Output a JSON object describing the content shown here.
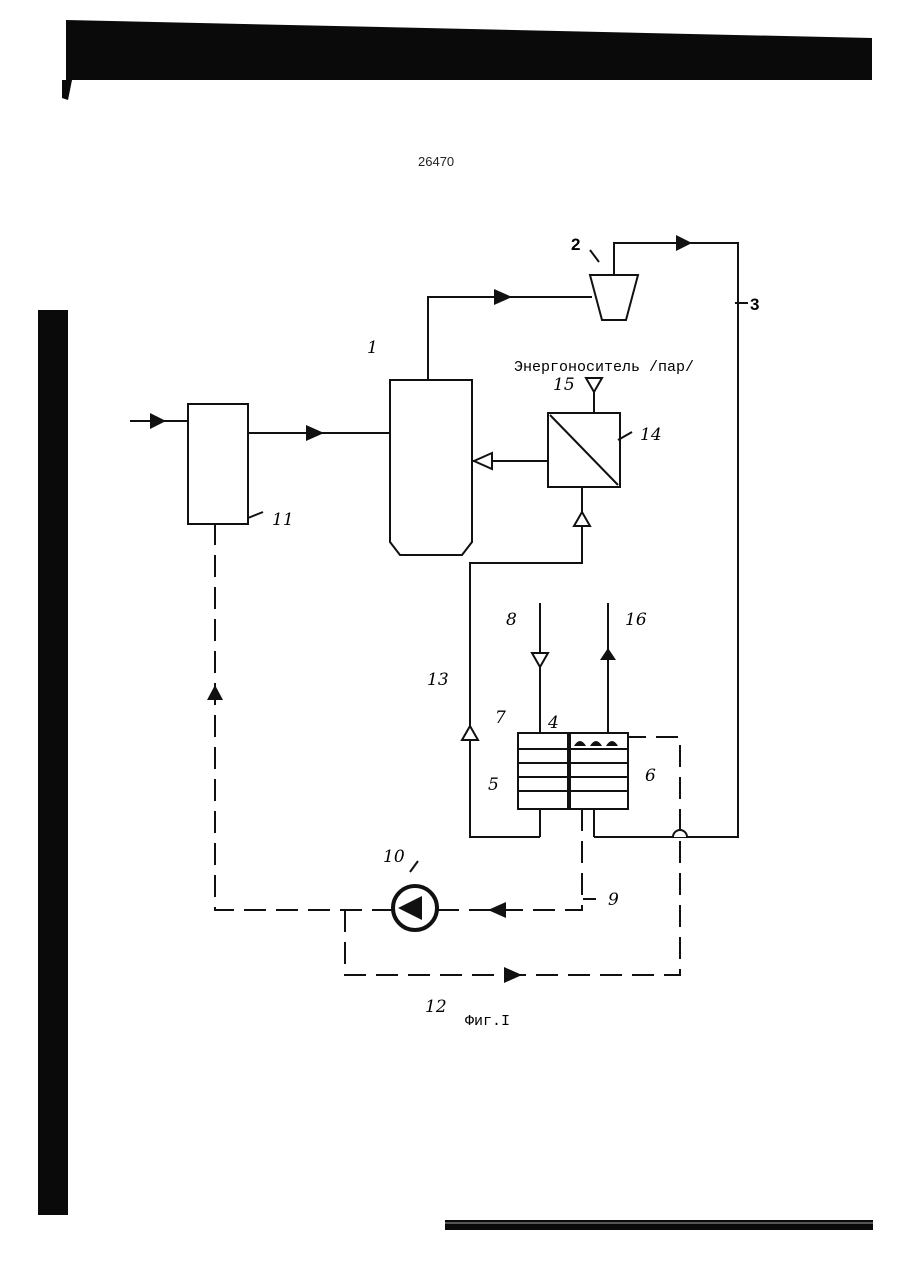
{
  "document": {
    "number": "26470",
    "figure_caption": "Фиг.I"
  },
  "diagram": {
    "energy_carrier_label": "Энергоноситель /пар/",
    "labels": {
      "n1": "1",
      "n2": "2",
      "n3": "3",
      "n4": "4",
      "n5": "5",
      "n6": "6",
      "n7": "7",
      "n8": "8",
      "n9": "9",
      "n10": "10",
      "n11": "11",
      "n12": "12",
      "n13": "13",
      "n14": "14",
      "n15": "15",
      "n16": "16"
    }
  },
  "colors": {
    "ink": "#111111",
    "paper": "#ffffff"
  }
}
